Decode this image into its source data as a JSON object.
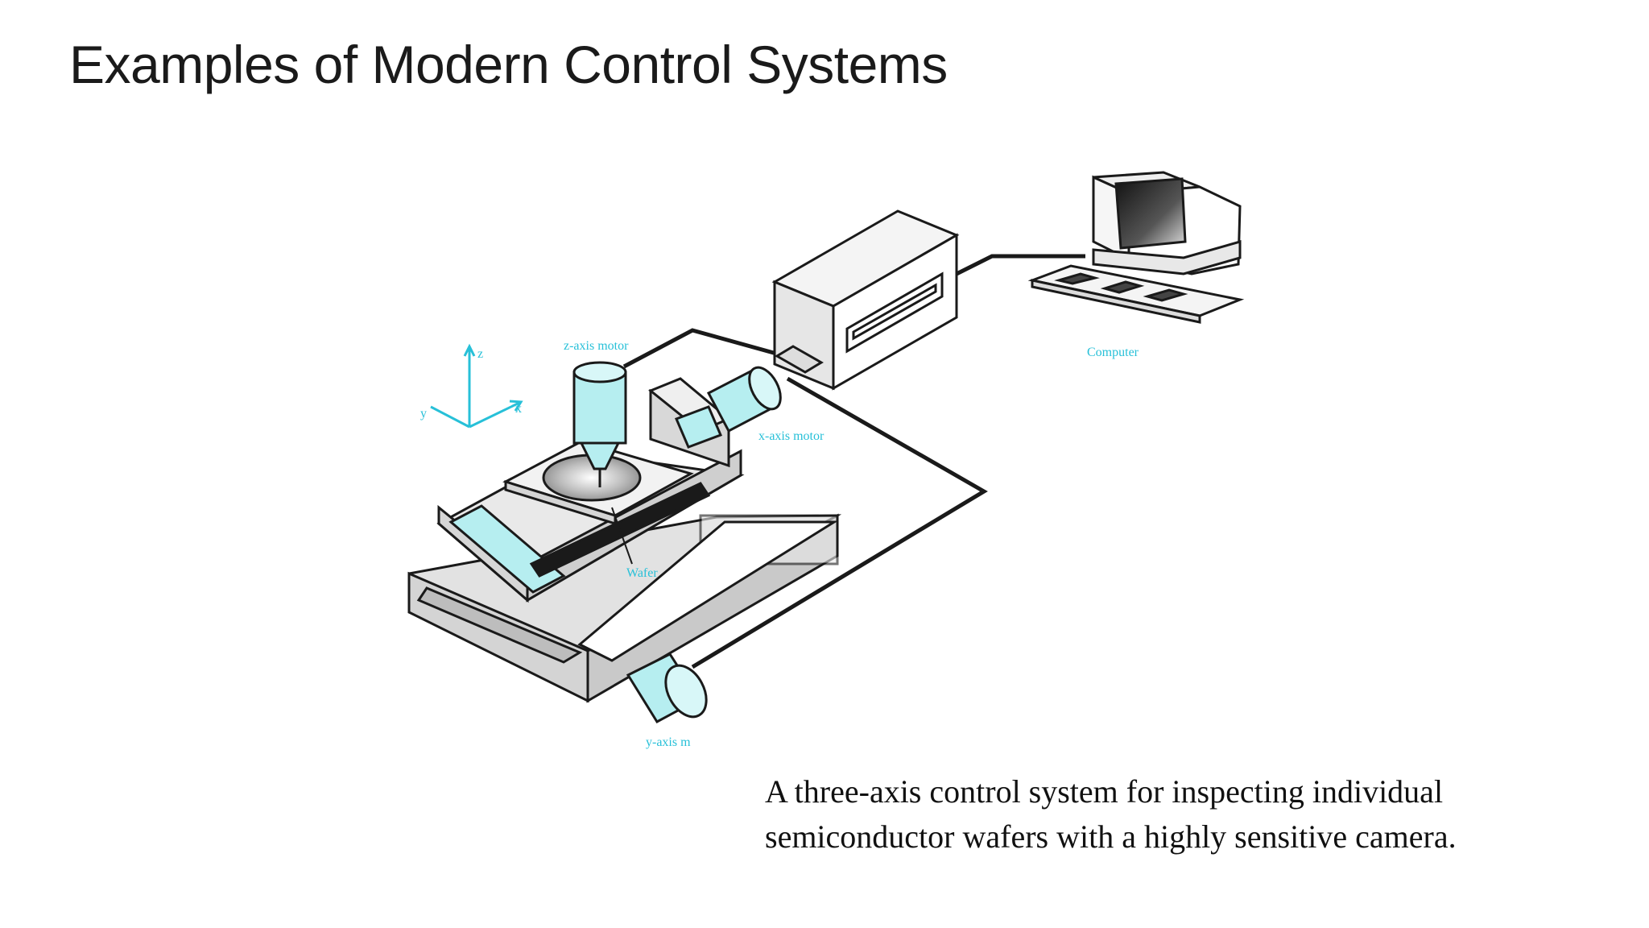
{
  "slide": {
    "title": "Examples of Modern Control Systems"
  },
  "diagram": {
    "labels": {
      "z_axis_motor": "z-axis motor",
      "x_axis_motor": "x-axis motor",
      "y_axis_motor": "y-axis m",
      "wafer": "Wafer",
      "computer": "Computer",
      "axis_z": "z",
      "axis_y": "y",
      "axis_x": "x"
    },
    "colors": {
      "motor": "#b6eef0",
      "label": "#27c0d8",
      "line": "#1a1a1a",
      "frame": "#d8d8d8"
    }
  },
  "caption": {
    "line1": "A three-axis control system for inspecting individual",
    "line2": "semiconductor wafers with a highly sensitive camera."
  }
}
